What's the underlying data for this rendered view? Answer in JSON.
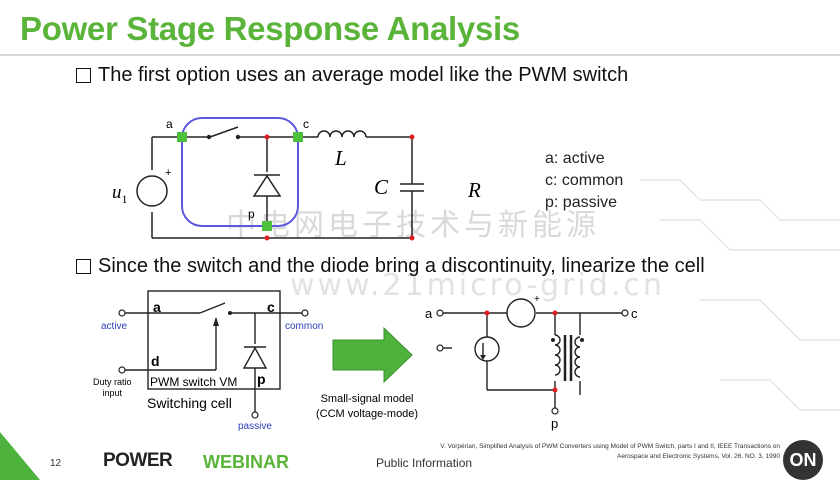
{
  "title": "Power Stage Response Analysis",
  "bullets": [
    "The first option uses an average model like the PWM switch",
    "Since the switch and the diode bring a discontinuity, linearize the cell"
  ],
  "legend": [
    "a: active",
    "c: common",
    "p: passive"
  ],
  "top_circuit": {
    "node_a": "a",
    "node_c": "c",
    "node_p": "p",
    "source": "u",
    "source_sub": "1",
    "plus": "+",
    "inductor": "L",
    "capacitor": "C",
    "resistor": "R"
  },
  "bottom_left": {
    "a": "a",
    "c": "c",
    "d": "d",
    "p": "p",
    "active": "active",
    "common": "common",
    "passive": "passive",
    "duty": "Duty ratio\ninput",
    "box_label": "PWM switch VM",
    "caption": "Switching cell"
  },
  "arrow_caption": [
    "Small-signal model",
    "(CCM voltage-mode)"
  ],
  "bottom_right": {
    "a": "a",
    "c": "c",
    "p": "p",
    "plus": "+"
  },
  "watermark": [
    "中电网电子技术与新能源",
    "www.21micro-grid.cn"
  ],
  "footer": {
    "page": "12",
    "public": "Public Information",
    "citation": "V. Vorpérian, Simplified Analysis of PWM Converters using Model of PWM Switch, parts I and II, IEEE Transactions on Aerospace and Electronic Systems, Vol. 26, NO. 3, 1990",
    "logo_power": "POWER",
    "logo_webinar": "WEBINAR",
    "on_logo": "ON"
  }
}
